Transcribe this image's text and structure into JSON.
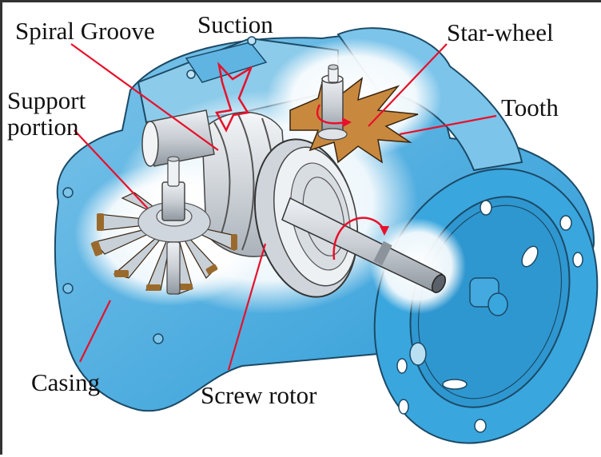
{
  "diagram": {
    "subject": "Single-screw compressor cutaway",
    "labels": {
      "spiral_groove": "Spiral Groove",
      "suction": "Suction",
      "star_wheel": "Star-wheel",
      "tooth": "Tooth",
      "support_portion_line1": "Support",
      "support_portion_line2": "portion",
      "casing": "Casing",
      "screw_rotor": "Screw rotor"
    },
    "colors": {
      "casing_blue": "#3aa6de",
      "casing_light": "#9fd3ef",
      "outline": "#1b4a66",
      "metal": "#d9dee3",
      "star_wheel_brown": "#c8893f",
      "callout_red": "#e8102a",
      "text": "#111111",
      "border": "#333333"
    }
  }
}
